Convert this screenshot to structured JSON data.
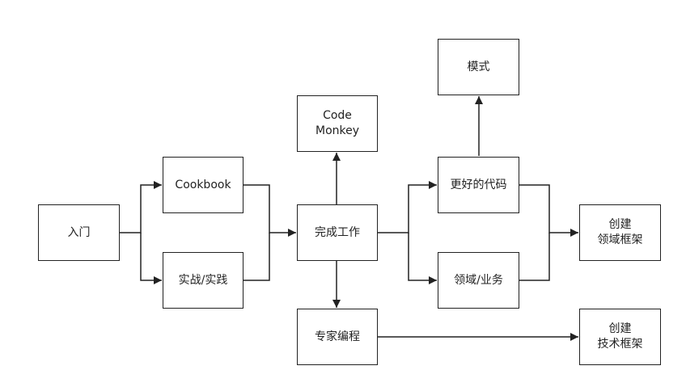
{
  "nodes": {
    "intro": "入门",
    "cookbook": "Cookbook",
    "practice": "实战/实践",
    "get_work_done": "完成工作",
    "code_monkey": "Code\nMonkey",
    "expert_programming": "专家编程",
    "better_code": "更好的代码",
    "patterns": "模式",
    "domain_business": "领域/业务",
    "create_domain_framework": "创建\n领域框架",
    "create_tech_framework": "创建\n技术框架"
  },
  "edges": [
    [
      "intro",
      "cookbook"
    ],
    [
      "intro",
      "practice"
    ],
    [
      "cookbook",
      "get_work_done"
    ],
    [
      "practice",
      "get_work_done"
    ],
    [
      "get_work_done",
      "code_monkey"
    ],
    [
      "get_work_done",
      "expert_programming"
    ],
    [
      "get_work_done",
      "better_code"
    ],
    [
      "get_work_done",
      "domain_business"
    ],
    [
      "better_code",
      "patterns"
    ],
    [
      "better_code",
      "create_domain_framework"
    ],
    [
      "domain_business",
      "create_domain_framework"
    ],
    [
      "expert_programming",
      "create_tech_framework"
    ]
  ]
}
